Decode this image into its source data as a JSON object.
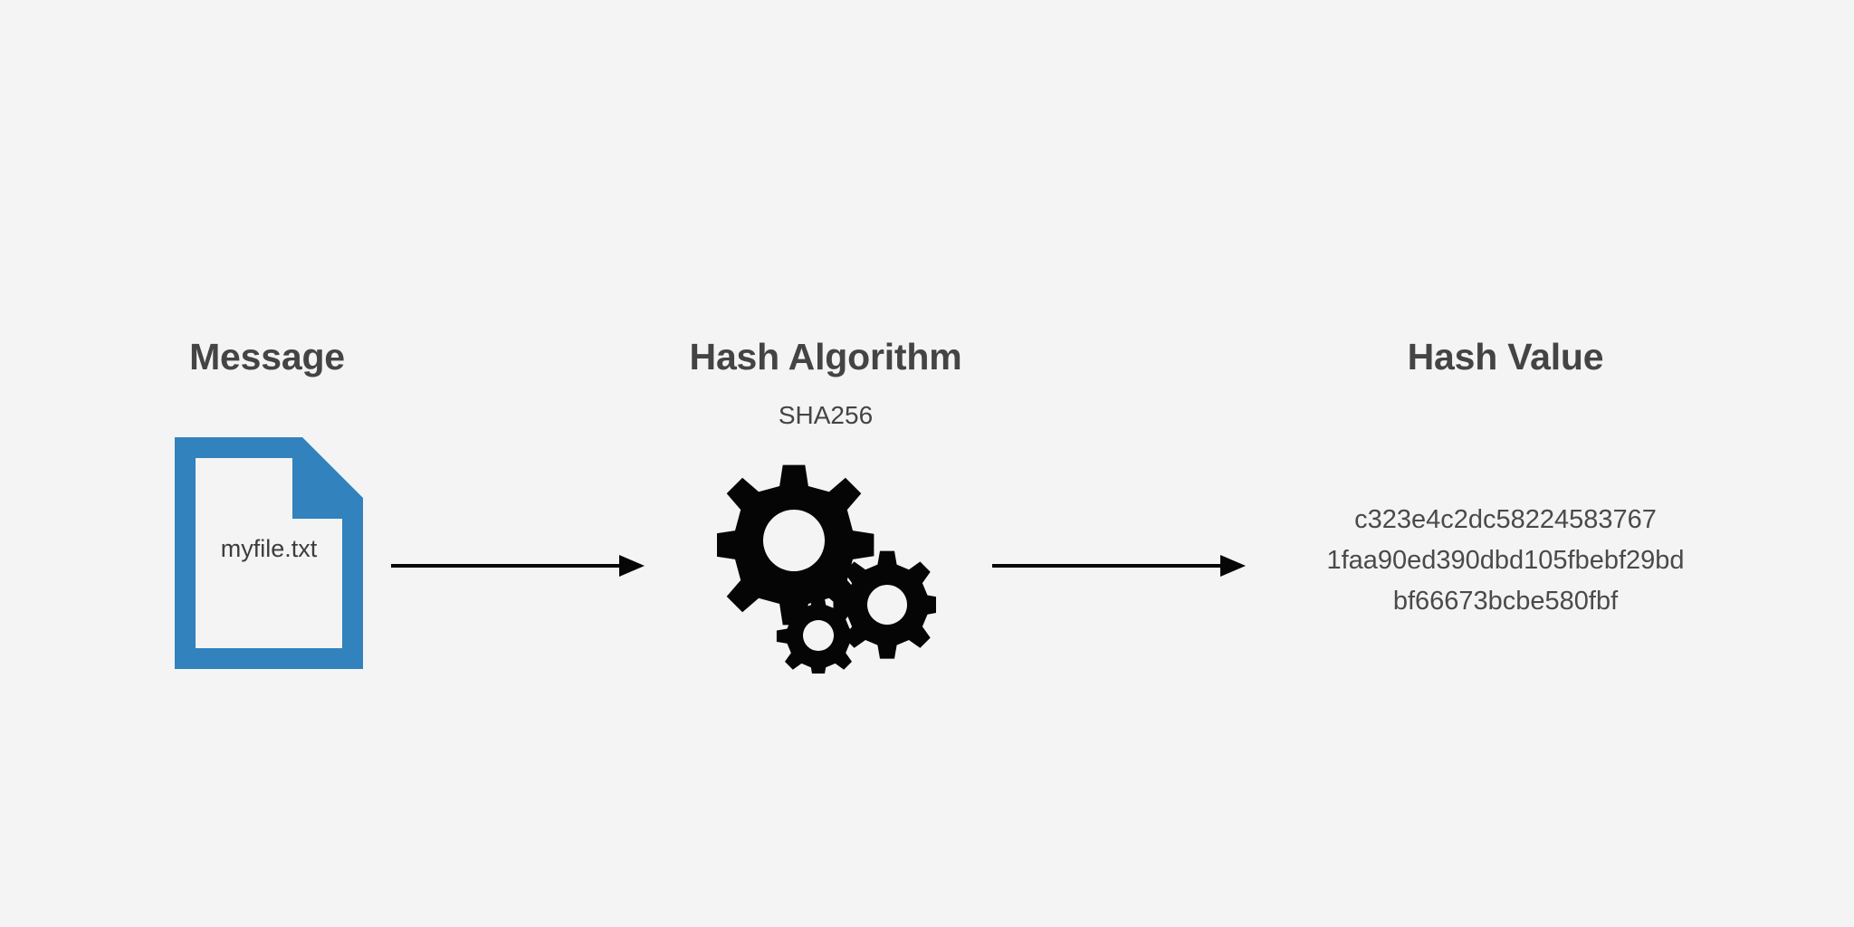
{
  "diagram": {
    "background_color": "#f4f4f4",
    "accent_color": "#3182bd",
    "text_color": "#444444",
    "columns": {
      "message": {
        "title": "Message",
        "file_icon": "file-document-icon",
        "file_name": "myfile.txt"
      },
      "hash_algorithm": {
        "title": "Hash Algorithm",
        "subtitle": "SHA256",
        "icon": "gears-cog-cluster-icon"
      },
      "hash_value": {
        "title": "Hash Value",
        "hash_lines": [
          "c323e4c2dc58224583767",
          "1faa90ed390dbd105fbebf29bd",
          "bf66673bcbe580fbf"
        ]
      }
    },
    "arrows": [
      {
        "name": "arrow-message-to-algorithm",
        "direction": "right"
      },
      {
        "name": "arrow-algorithm-to-value",
        "direction": "right"
      }
    ]
  }
}
